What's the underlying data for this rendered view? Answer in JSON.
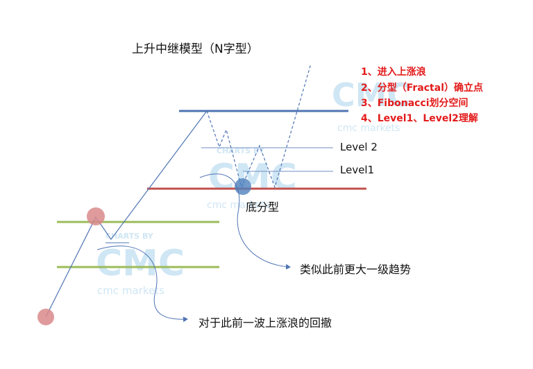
{
  "title": "上升中继模型（N字型）",
  "points": [
    "1、进入上涨浪",
    "2、分型（Fractal）确立点",
    "3、Fibonacci划分空间",
    "4、Level1、Level2理解"
  ],
  "levels": {
    "level2": "Level 2",
    "level1": "Level1"
  },
  "labels": {
    "bottom_fractal": "底分型",
    "bigger_trend": "类似此前更大一级趋势",
    "pullback": "对于此前一波上涨浪的回撤"
  },
  "watermark": {
    "charts_by": "CHARTS BY",
    "logo": "CMC",
    "brand": "cmc markets"
  },
  "colors": {
    "blue_line": "#4f74b3",
    "red_line": "#c0504d",
    "green_line": "#9bbb59",
    "circle_red": "#d9898b",
    "circle_blue": "#4f81bd",
    "text_red": "#e31b1b",
    "watermark": "#cfe6f4"
  }
}
